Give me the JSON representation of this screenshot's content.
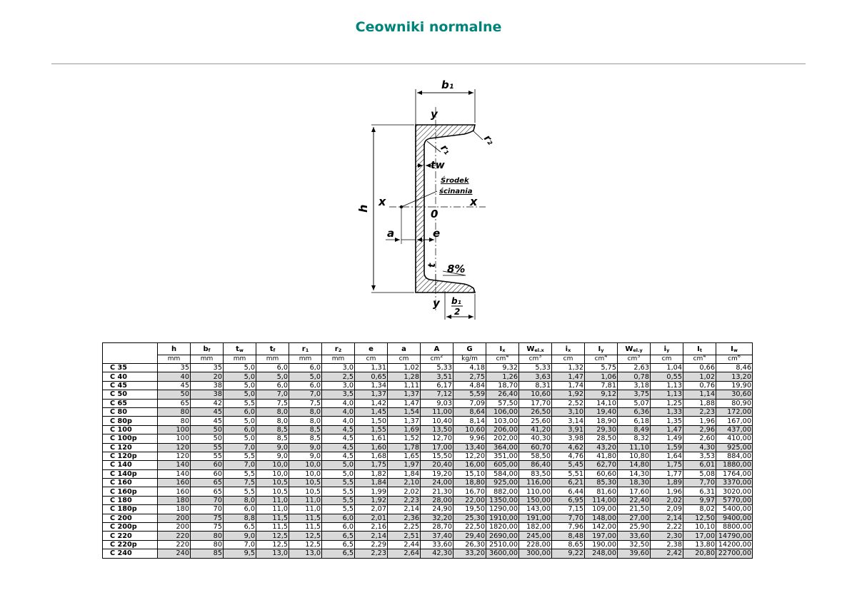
{
  "title": "Ceowniki normalne",
  "diagram": {
    "labels": {
      "b1": "b₁",
      "y_top": "y",
      "r2": "r₂",
      "r1": "r₁",
      "tw": "tw",
      "center1": "Środek",
      "center2": "ścinania",
      "x_left": "x",
      "x_right": "x",
      "h": "h",
      "origin": "0",
      "a": "a",
      "e": "e",
      "tf": "t",
      "slope": "8%",
      "y_bottom": "y",
      "half_num": "b₁",
      "half_den": "2"
    }
  },
  "table": {
    "headers": [
      {
        "base": "h",
        "sub": "",
        "sup": ""
      },
      {
        "base": "b",
        "sub": "f",
        "sup": ""
      },
      {
        "base": "t",
        "sub": "w",
        "sup": ""
      },
      {
        "base": "t",
        "sub": "f",
        "sup": ""
      },
      {
        "base": "r",
        "sub": "1",
        "sup": ""
      },
      {
        "base": "r",
        "sub": "2",
        "sup": ""
      },
      {
        "base": "e",
        "sub": "",
        "sup": ""
      },
      {
        "base": "a",
        "sub": "",
        "sup": ""
      },
      {
        "base": "A",
        "sub": "",
        "sup": ""
      },
      {
        "base": "G",
        "sub": "",
        "sup": ""
      },
      {
        "base": "I",
        "sub": "x",
        "sup": ""
      },
      {
        "base": "W",
        "sub": "el.x",
        "sup": ""
      },
      {
        "base": "i",
        "sub": "x",
        "sup": ""
      },
      {
        "base": "I",
        "sub": "y",
        "sup": ""
      },
      {
        "base": "W",
        "sub": "el.y",
        "sup": ""
      },
      {
        "base": "i",
        "sub": "y",
        "sup": ""
      },
      {
        "base": "I",
        "sub": "t",
        "sup": ""
      },
      {
        "base": "I",
        "sub": "w",
        "sup": ""
      }
    ],
    "units": [
      {
        "base": "mm",
        "sup": ""
      },
      {
        "base": "mm",
        "sup": ""
      },
      {
        "base": "mm",
        "sup": ""
      },
      {
        "base": "mm",
        "sup": ""
      },
      {
        "base": "mm",
        "sup": ""
      },
      {
        "base": "mm",
        "sup": ""
      },
      {
        "base": "cm",
        "sup": ""
      },
      {
        "base": "cm",
        "sup": ""
      },
      {
        "base": "cm",
        "sup": "2"
      },
      {
        "base": "kg/m",
        "sup": ""
      },
      {
        "base": "cm",
        "sup": "4"
      },
      {
        "base": "cm",
        "sup": "3"
      },
      {
        "base": "cm",
        "sup": ""
      },
      {
        "base": "cm",
        "sup": "4"
      },
      {
        "base": "cm",
        "sup": "3"
      },
      {
        "base": "cm",
        "sup": ""
      },
      {
        "base": "cm",
        "sup": "4"
      },
      {
        "base": "cm",
        "sup": "6"
      }
    ],
    "rows": [
      {
        "name": "C 35",
        "v": [
          "35",
          "35",
          "5,0",
          "6,0",
          "6,0",
          "3,0",
          "1,31",
          "1,02",
          "5,33",
          "4,18",
          "9,32",
          "5,33",
          "1,32",
          "5,75",
          "2,63",
          "1,04",
          "0,66",
          "8,46"
        ]
      },
      {
        "name": "C 40",
        "v": [
          "40",
          "20",
          "5,0",
          "5,0",
          "5,0",
          "2,5",
          "0,65",
          "1,28",
          "3,51",
          "2,75",
          "1,26",
          "3,63",
          "1,47",
          "1,06",
          "0,78",
          "0,55",
          "1,02",
          "13,20"
        ]
      },
      {
        "name": "C 45",
        "v": [
          "45",
          "38",
          "5,0",
          "6,0",
          "6,0",
          "3,0",
          "1,34",
          "1,11",
          "6,17",
          "4,84",
          "18,70",
          "8,31",
          "1,74",
          "7,81",
          "3,18",
          "1,13",
          "0,76",
          "19,90"
        ]
      },
      {
        "name": "C 50",
        "v": [
          "50",
          "38",
          "5,0",
          "7,0",
          "7,0",
          "3,5",
          "1,37",
          "1,37",
          "7,12",
          "5,59",
          "26,40",
          "10,60",
          "1,92",
          "9,12",
          "3,75",
          "1,13",
          "1,14",
          "30,60"
        ]
      },
      {
        "name": "C 65",
        "v": [
          "65",
          "42",
          "5,5",
          "7,5",
          "7,5",
          "4,0",
          "1,42",
          "1,47",
          "9,03",
          "7,09",
          "57,50",
          "17,70",
          "2,52",
          "14,10",
          "5,07",
          "1,25",
          "1,88",
          "80,90"
        ]
      },
      {
        "name": "C 80",
        "v": [
          "80",
          "45",
          "6,0",
          "8,0",
          "8,0",
          "4,0",
          "1,45",
          "1,54",
          "11,00",
          "8,64",
          "106,00",
          "26,50",
          "3,10",
          "19,40",
          "6,36",
          "1,33",
          "2,23",
          "172,00"
        ]
      },
      {
        "name": "C 80p",
        "v": [
          "80",
          "45",
          "5,0",
          "8,0",
          "8,0",
          "4,0",
          "1,50",
          "1,37",
          "10,40",
          "8,14",
          "103,00",
          "25,60",
          "3,14",
          "18,90",
          "6,18",
          "1,35",
          "1,96",
          "167,00"
        ]
      },
      {
        "name": "C 100",
        "v": [
          "100",
          "50",
          "6,0",
          "8,5",
          "8,5",
          "4,5",
          "1,55",
          "1,69",
          "13,50",
          "10,60",
          "206,00",
          "41,20",
          "3,91",
          "29,30",
          "8,49",
          "1,47",
          "2,96",
          "437,00"
        ]
      },
      {
        "name": "C 100p",
        "v": [
          "100",
          "50",
          "5,0",
          "8,5",
          "8,5",
          "4,5",
          "1,61",
          "1,52",
          "12,70",
          "9,96",
          "202,00",
          "40,30",
          "3,98",
          "28,50",
          "8,32",
          "1,49",
          "2,60",
          "410,00"
        ]
      },
      {
        "name": "C 120",
        "v": [
          "120",
          "55",
          "7,0",
          "9,0",
          "9,0",
          "4,5",
          "1,60",
          "1,78",
          "17,00",
          "13,40",
          "364,00",
          "60,70",
          "4,62",
          "43,20",
          "11,10",
          "1,59",
          "4,30",
          "925,00"
        ]
      },
      {
        "name": "C 120p",
        "v": [
          "120",
          "55",
          "5,5",
          "9,0",
          "9,0",
          "4,5",
          "1,68",
          "1,65",
          "15,50",
          "12,20",
          "351,00",
          "58,50",
          "4,76",
          "41,80",
          "10,80",
          "1,64",
          "3,53",
          "884,00"
        ]
      },
      {
        "name": "C 140",
        "v": [
          "140",
          "60",
          "7,0",
          "10,0",
          "10,0",
          "5,0",
          "1,75",
          "1,97",
          "20,40",
          "16,00",
          "605,00",
          "86,40",
          "5,45",
          "62,70",
          "14,80",
          "1,75",
          "6,01",
          "1880,00"
        ]
      },
      {
        "name": "C 140p",
        "v": [
          "140",
          "60",
          "5,5",
          "10,0",
          "10,0",
          "5,0",
          "1,82",
          "1,84",
          "19,20",
          "15,10",
          "584,00",
          "83,50",
          "5,51",
          "60,60",
          "14,30",
          "1,77",
          "5,08",
          "1764,00"
        ]
      },
      {
        "name": "C 160",
        "v": [
          "160",
          "65",
          "7,5",
          "10,5",
          "10,5",
          "5,5",
          "1,84",
          "2,10",
          "24,00",
          "18,80",
          "925,00",
          "116,00",
          "6,21",
          "85,30",
          "18,30",
          "1,89",
          "7,70",
          "3370,00"
        ]
      },
      {
        "name": "C 160p",
        "v": [
          "160",
          "65",
          "5,5",
          "10,5",
          "10,5",
          "5,5",
          "1,99",
          "2,02",
          "21,30",
          "16,70",
          "882,00",
          "110,00",
          "6,44",
          "81,60",
          "17,60",
          "1,96",
          "6,31",
          "3020,00"
        ]
      },
      {
        "name": "C 180",
        "v": [
          "180",
          "70",
          "8,0",
          "11,0",
          "11,0",
          "5,5",
          "1,92",
          "2,23",
          "28,00",
          "22,00",
          "1350,00",
          "150,00",
          "6,95",
          "114,00",
          "22,40",
          "2,02",
          "9,97",
          "5770,00"
        ]
      },
      {
        "name": "C 180p",
        "v": [
          "180",
          "70",
          "6,0",
          "11,0",
          "11,0",
          "5,5",
          "2,07",
          "2,14",
          "24,90",
          "19,50",
          "1290,00",
          "143,00",
          "7,15",
          "109,00",
          "21,50",
          "2,09",
          "8,02",
          "5400,00"
        ]
      },
      {
        "name": "C 200",
        "v": [
          "200",
          "75",
          "8,8",
          "11,5",
          "11,5",
          "6,0",
          "2,01",
          "2,36",
          "32,20",
          "25,30",
          "1910,00",
          "191,00",
          "7,70",
          "148,00",
          "27,00",
          "2,14",
          "12,50",
          "9400,00"
        ]
      },
      {
        "name": "C 200p",
        "v": [
          "200",
          "75",
          "6,5",
          "11,5",
          "11,5",
          "6,0",
          "2,16",
          "2,25",
          "28,70",
          "22,50",
          "1820,00",
          "182,00",
          "7,96",
          "142,00",
          "25,90",
          "2,22",
          "10,10",
          "8800,00"
        ]
      },
      {
        "name": "C 220",
        "v": [
          "220",
          "80",
          "9,0",
          "12,5",
          "12,5",
          "6,5",
          "2,14",
          "2,51",
          "37,40",
          "29,40",
          "2690,00",
          "245,00",
          "8,48",
          "197,00",
          "33,60",
          "2,30",
          "17,00",
          "14790,00"
        ]
      },
      {
        "name": "C 220p",
        "v": [
          "220",
          "80",
          "7,0",
          "12,5",
          "12,5",
          "6,5",
          "2,29",
          "2,44",
          "33,60",
          "26,30",
          "2510,00",
          "228,00",
          "8,65",
          "190,00",
          "32,50",
          "2,38",
          "13,80",
          "14200,00"
        ]
      },
      {
        "name": "C 240",
        "v": [
          "240",
          "85",
          "9,5",
          "13,0",
          "13,0",
          "6,5",
          "2,23",
          "2,64",
          "42,30",
          "33,20",
          "3600,00",
          "300,00",
          "9,22",
          "248,00",
          "39,60",
          "2,42",
          "20,80",
          "22700,00"
        ]
      }
    ]
  }
}
